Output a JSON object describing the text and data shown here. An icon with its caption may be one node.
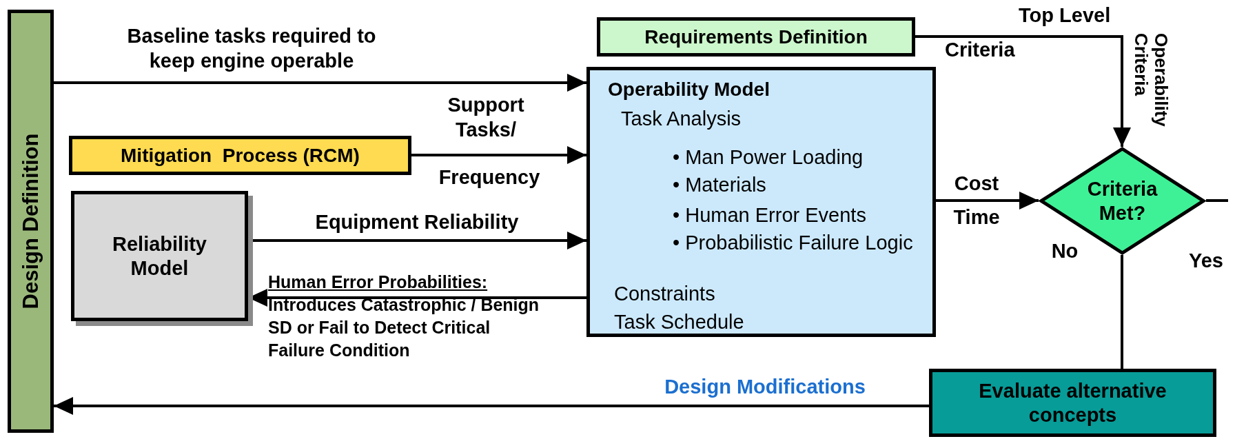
{
  "diagram": {
    "nodes": [
      {
        "text": [
          "Design Definition"
        ]
      },
      {
        "text": [
          "Requirements Definition"
        ]
      },
      {
        "text": [
          "Operability Model",
          "Task Analysis",
          "• Man Power Loading",
          "• Materials",
          "• Human Error Events",
          "• Probabilistic Failure Logic",
          "Constraints",
          "Task Schedule"
        ]
      },
      {
        "text": [
          "Mitigation  Process (RCM)"
        ]
      },
      {
        "text": [
          "Reliability Model"
        ]
      },
      {
        "text": [
          "Criteria Met?"
        ]
      },
      {
        "text": [
          "Evaluate alternative concepts"
        ]
      }
    ],
    "edges": [
      {
        "from": 0,
        "to": 2,
        "arrow": "to",
        "label": "Baseline tasks required to keep engine operable"
      },
      {
        "from": 3,
        "to": 2,
        "arrow": "to",
        "label": "Support Tasks/"
      },
      {
        "from": 4,
        "to": 2,
        "arrow": "to",
        "label": "Equipment Reliability"
      },
      {
        "from": 2,
        "to": 4,
        "arrow": "to",
        "label": "Human Error Probabilities:"
      },
      {
        "from": 1,
        "to": 5,
        "arrow": "to",
        "label": "Top Level"
      },
      {
        "from": 2,
        "to": 5,
        "arrow": "to",
        "label": "Cost"
      },
      {
        "from": 5,
        "to": 6,
        "arrow": "none",
        "label": "No"
      },
      {
        "from": 5,
        "to": null,
        "arrow": "none",
        "label": "Yes"
      },
      {
        "from": 6,
        "to": 0,
        "arrow": "to",
        "label": "Design Modifications"
      }
    ],
    "labels": [
      "Criteria",
      "Operability Criteria",
      "Frequency",
      "Time",
      "Introduces Catastrophic / Benign SD or Fail to Detect Critical Failure Condition"
    ]
  }
}
